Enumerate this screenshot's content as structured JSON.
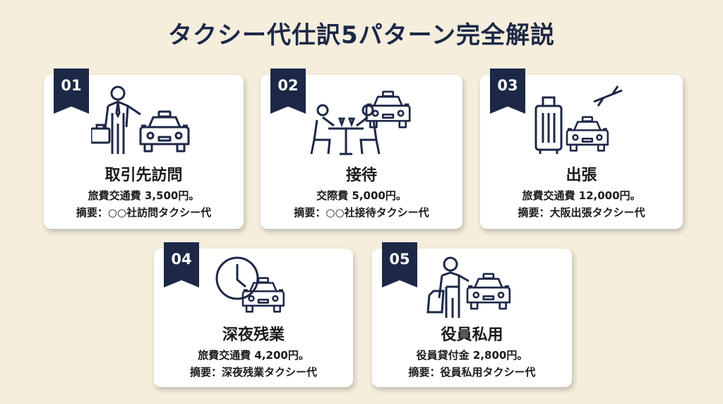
{
  "title": "タクシー代仕訳5パターン完全解説",
  "accent": "#1d2847",
  "cards": [
    {
      "num": "01",
      "name": "取引先訪問",
      "line1": "旅費交通費 3,500円。",
      "line2": "摘要：○○社訪問タクシー代",
      "icon": "businessman-taxi-icon"
    },
    {
      "num": "02",
      "name": "接待",
      "line1": "交際費 5,000円。",
      "line2": "摘要：○○社接待タクシー代",
      "icon": "dining-taxi-icon"
    },
    {
      "num": "03",
      "name": "出張",
      "line1": "旅費交通費 12,000円。",
      "line2": "摘要：大阪出張タクシー代",
      "icon": "luggage-plane-taxi-icon"
    },
    {
      "num": "04",
      "name": "深夜残業",
      "line1": "旅費交通費 4,200円。",
      "line2": "摘要：深夜残業タクシー代",
      "icon": "clock-taxi-icon"
    },
    {
      "num": "05",
      "name": "役員私用",
      "line1": "役員貸付金 2,800円。",
      "line2": "摘要：役員私用タクシー代",
      "icon": "person-shopping-taxi-icon"
    }
  ]
}
